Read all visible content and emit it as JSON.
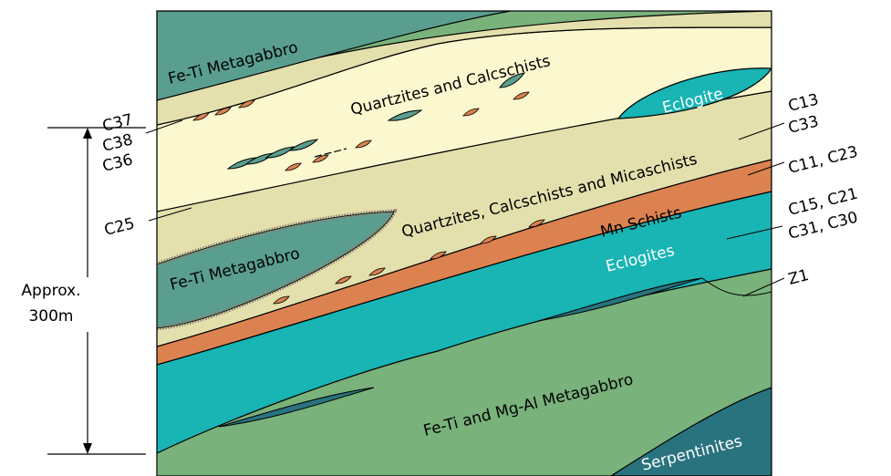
{
  "units": {
    "fe_ti_metagabbro_top": "Fe-Ti Metagabbro",
    "quartzites_calcschists": "Quartzites and Calcschists",
    "eclogite_lens": "Eclogite",
    "quartzites_calcschists_micaschists": "Quartzites, Calcschists and Micaschists",
    "fe_ti_metagabbro_lens": "Fe-Ti Metagabbro",
    "mn_schists": "Mn Schists",
    "eclogites": "Eclogites",
    "fe_ti_mg_al_metagabbro": "Fe-Ti and Mg-Al Metagabbro",
    "serpentinites": "Serpentinites"
  },
  "samples": {
    "c37": "C37",
    "c38": "C38",
    "c36": "C36",
    "c25": "C25",
    "c13": "C13",
    "c33": "C33",
    "c11_c23": "C11, C23",
    "c15_c21": "C15, C21",
    "c31_c30": "C31, C30",
    "z1": "Z1"
  },
  "scale": {
    "line1": "Approx.",
    "line2": "300m"
  },
  "colors": {
    "metagabbro_dark": "#5a9e8f",
    "quartzite_light": "#fbf8cf",
    "calcschist_beige": "#e3e0ad",
    "eclogite_teal": "#19b4b4",
    "mn_schist_orange": "#dc8250",
    "metagabbro_green": "#79b27b",
    "serpentinite_blue": "#29737f",
    "outline": "#000000"
  }
}
